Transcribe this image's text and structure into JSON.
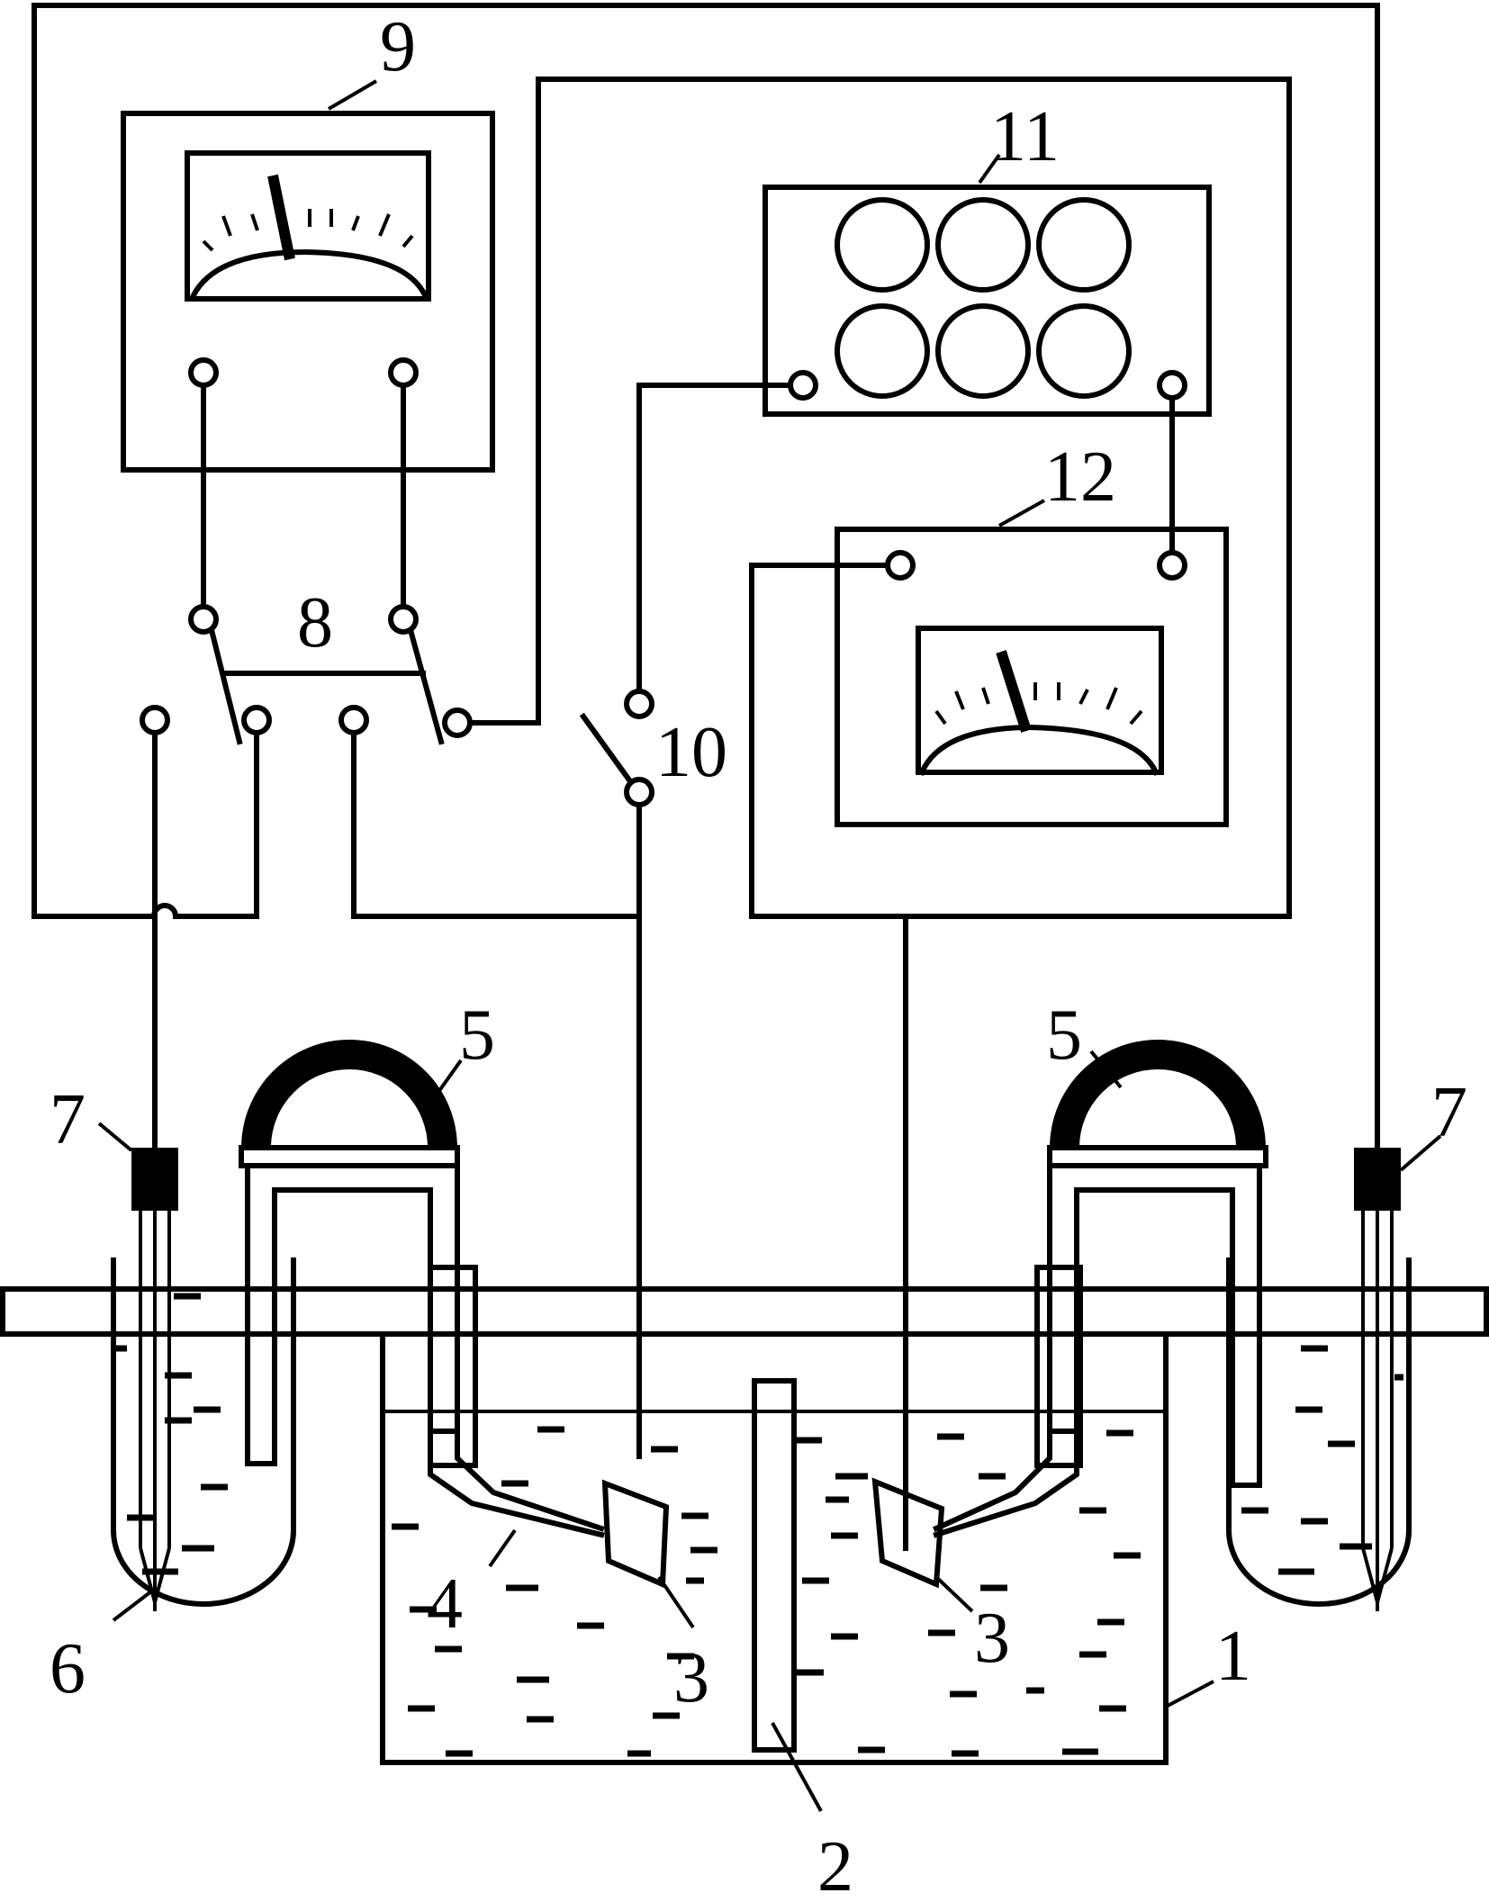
{
  "labels": {
    "l1": "1",
    "l2": "2",
    "l3a": "3",
    "l3b": "3",
    "l4": "4",
    "l5a": "5",
    "l5b": "5",
    "l6": "6",
    "l7a": "7",
    "l7b": "7",
    "l8": "8",
    "l9": "9",
    "l10": "10",
    "l11": "11",
    "l12": "12"
  },
  "colors": {
    "ink": "#000000",
    "paper": "#ffffff"
  }
}
